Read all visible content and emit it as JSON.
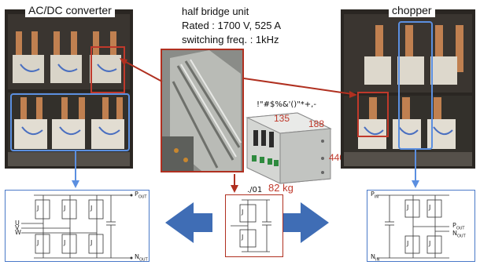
{
  "left_panel": {
    "title": "AC/DC converter"
  },
  "right_panel": {
    "title": "chopper"
  },
  "center": {
    "spec_lines": [
      "half bridge unit",
      "Rated : 1700 V, 525 A",
      "switching freq. : 1kHz"
    ],
    "garbled_text": "!\"#$%&'()\"*+,-",
    "dim_width": "135",
    "dim_depth": "188",
    "dim_height": "440",
    "weight": "82 kg",
    "code": "./01"
  },
  "left_schematic": {
    "inputs": [
      "U",
      "V",
      "W"
    ],
    "pout": "P",
    "pout_sub": "OUT",
    "nout": "N",
    "nout_sub": "OUT",
    "switch_label": "J"
  },
  "right_schematic": {
    "pin": "P",
    "pin_sub": "IN",
    "nin": "N",
    "nin_sub": "IN",
    "pout": "P",
    "pout_sub": "OUT",
    "nout": "N",
    "nout_sub": "OUT",
    "switch_label": "J"
  },
  "colors": {
    "blue_frame": "#4a79c8",
    "red_frame": "#b03020",
    "arrow_blue": "#3f6db5",
    "dimension_red": "#c0392b"
  }
}
